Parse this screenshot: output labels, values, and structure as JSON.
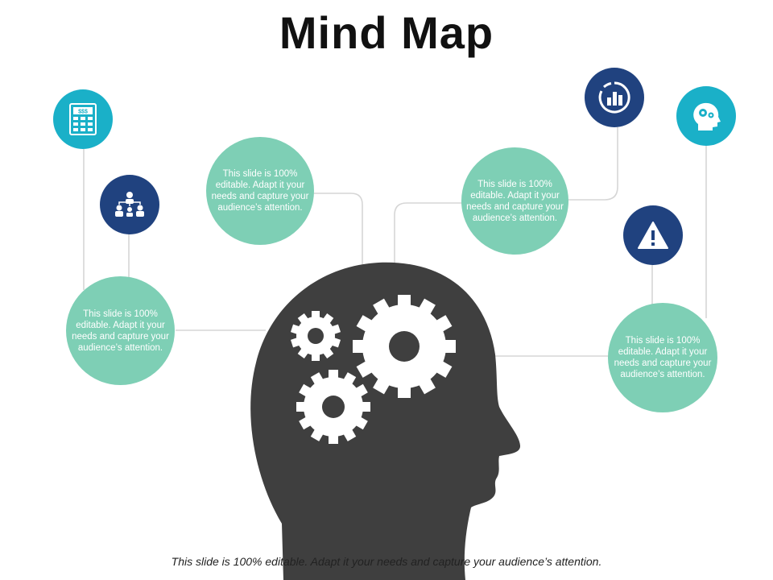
{
  "title": "Mind Map",
  "footer": "This slide is 100% editable. Adapt it your needs and capture your audience’s attention.",
  "colors": {
    "bubble": "#7ecfb5",
    "teal_icon": "#1ab0c8",
    "navy_icon": "#20427f",
    "head": "#3f3f3f",
    "connector": "#d6d6d6"
  },
  "bubbles": [
    {
      "lines": [
        "This slide is 100%",
        "editable. Adapt it your",
        "needs and capture your",
        "audience’s attention."
      ]
    },
    {
      "lines": [
        "This slide is 100%",
        "editable. Adapt it your",
        "needs and capture your",
        "audience’s attention."
      ]
    },
    {
      "lines": [
        "This slide is 100%",
        "editable. Adapt it your",
        "needs and capture your",
        "audience’s attention."
      ]
    },
    {
      "lines": [
        "This slide is 100%",
        "editable. Adapt it your",
        "needs and capture your",
        "audience’s attention."
      ]
    }
  ],
  "icons": {
    "calculator": "calculator-icon",
    "hierarchy": "hierarchy-icon",
    "chart": "bar-chart-icon",
    "head_gears": "head-gears-icon",
    "warning": "warning-icon"
  }
}
